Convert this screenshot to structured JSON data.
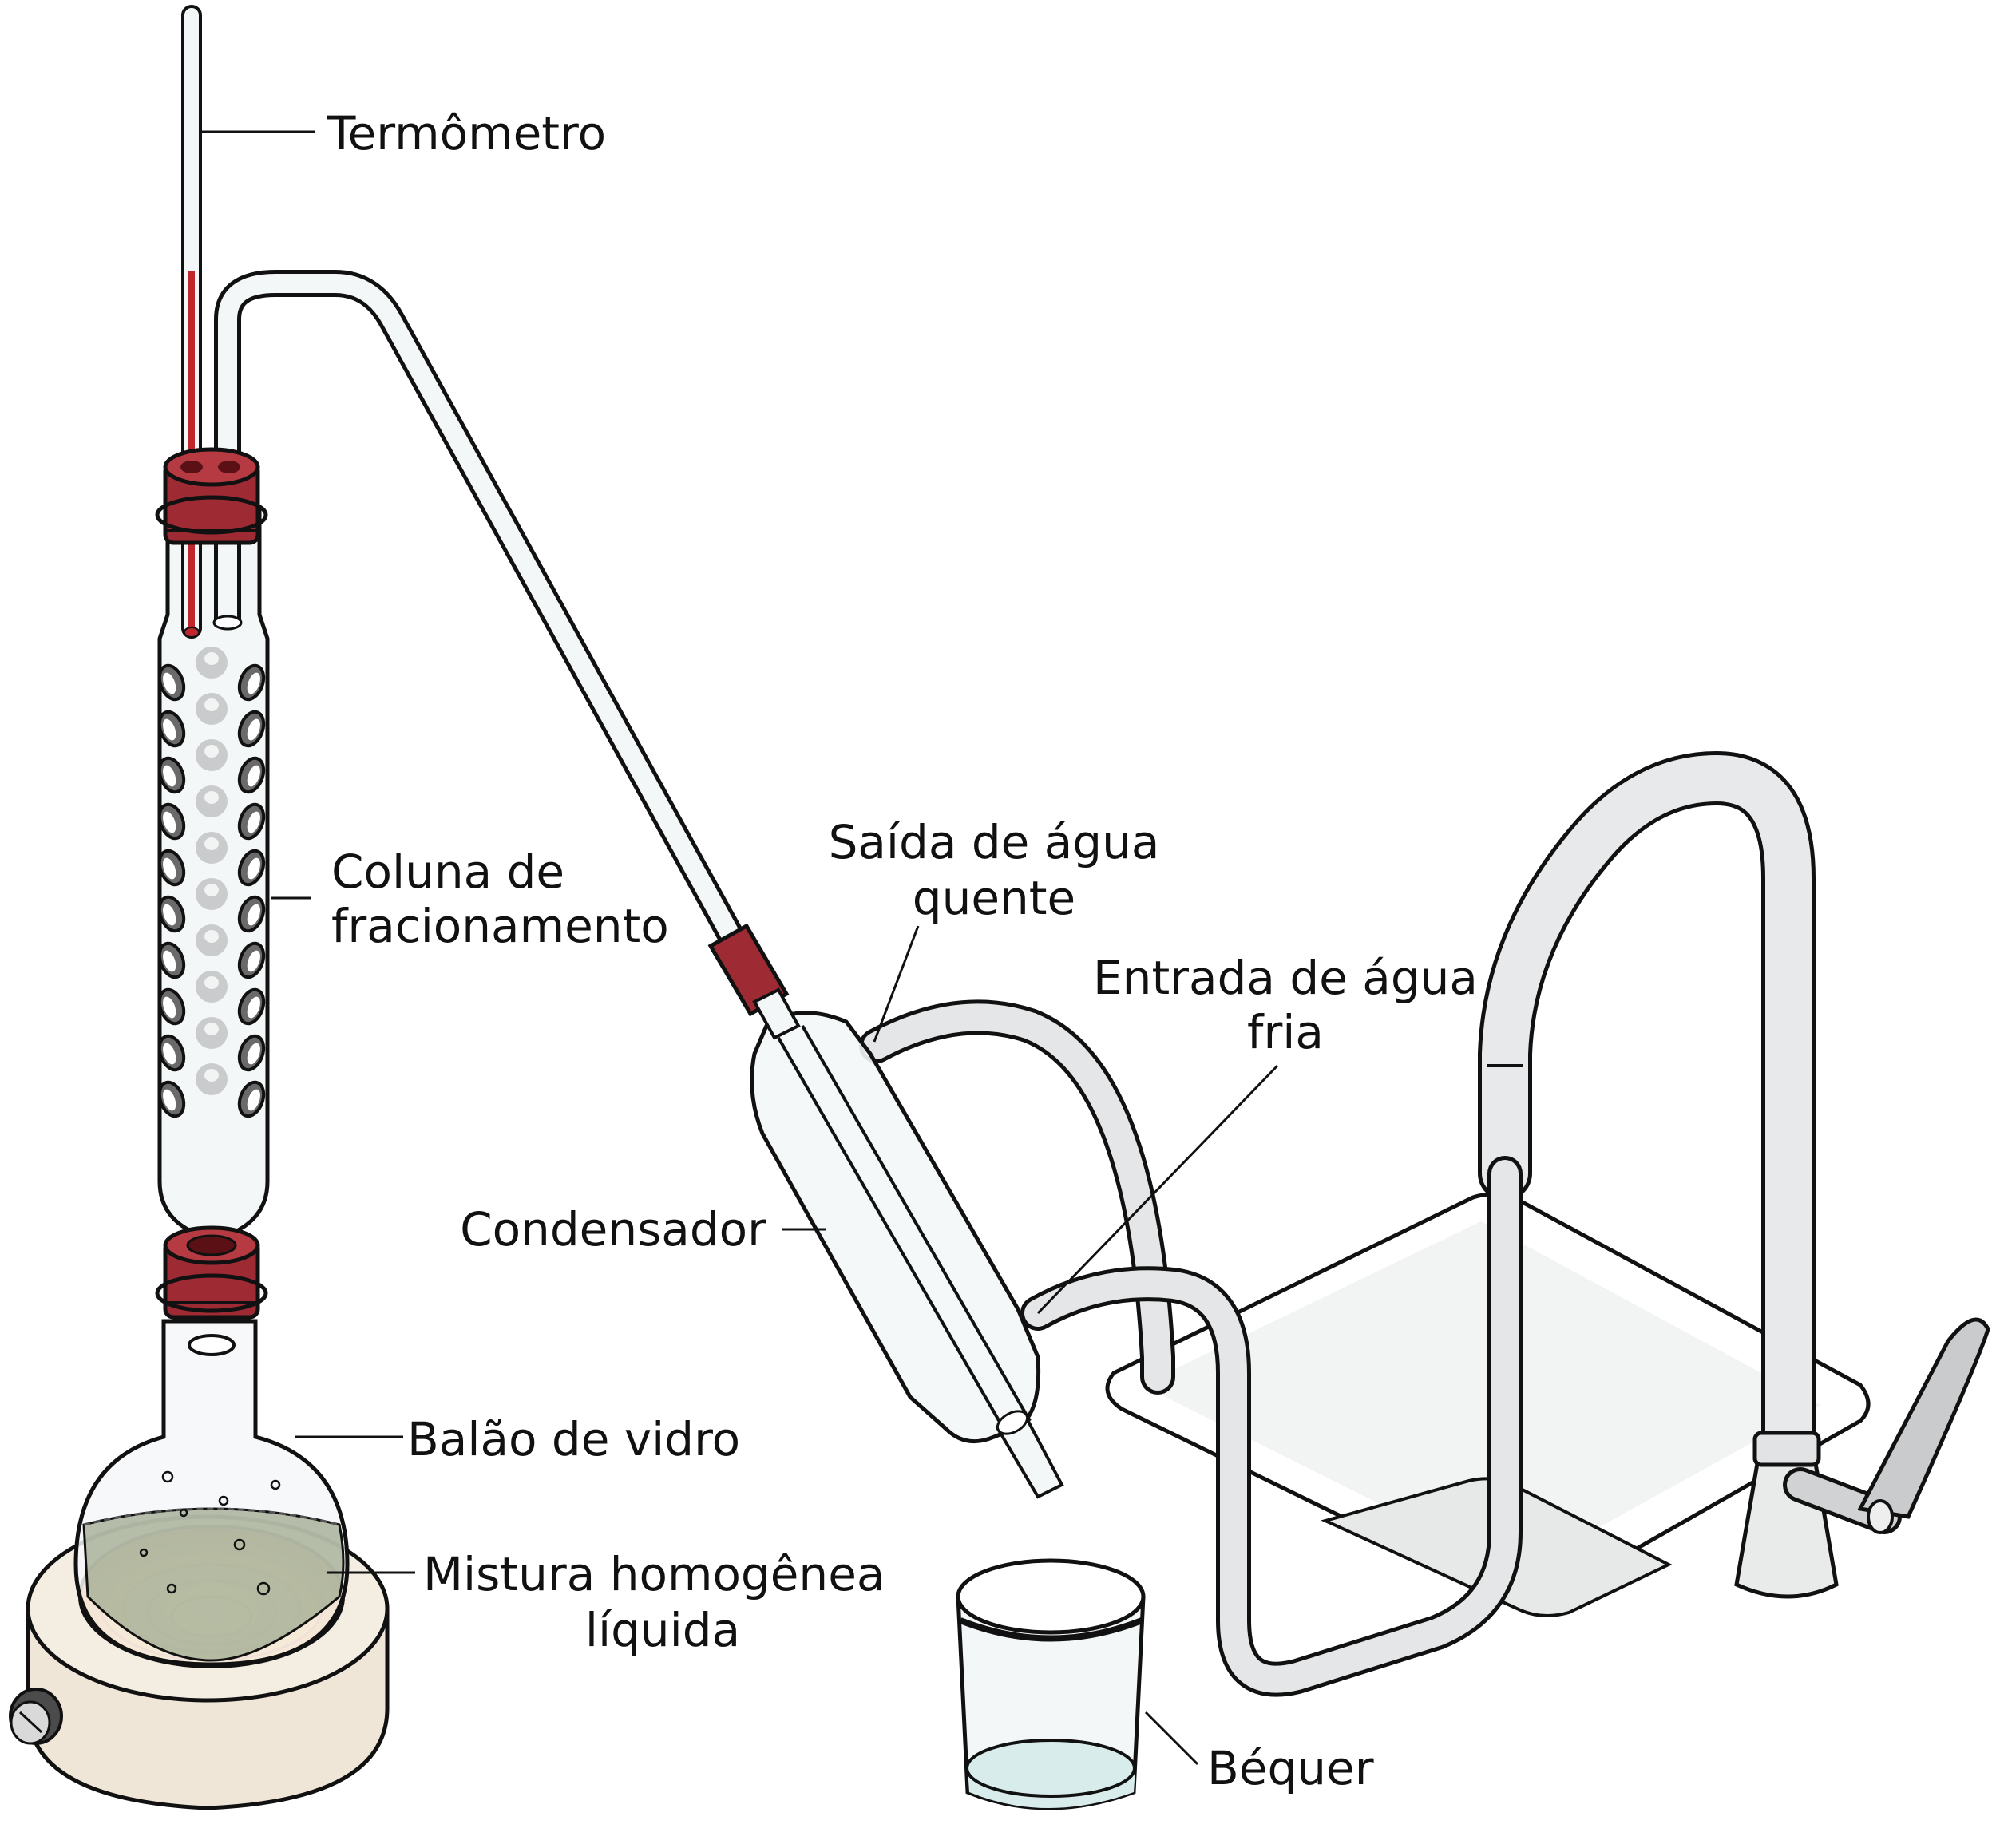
{
  "labels": {
    "thermometer": "Termômetro",
    "column_line1": "Coluna de",
    "column_line2": "fracionamento",
    "hot_water_line1": "Saída de água",
    "hot_water_line2": "quente",
    "cold_water_line1": "Entrada de água",
    "cold_water_line2": "fria",
    "condenser": "Condensador",
    "flask": "Balão de vidro",
    "mixture_line1": "Mistura homogênea",
    "mixture_line2": "líquida",
    "beaker": "Béquer"
  },
  "colors": {
    "outline": "#111111",
    "glass": "#f4f7f8",
    "stopper": "#9e2a33",
    "thermometer_fluid": "#c0272d",
    "hose": "#e2e4e5",
    "heater": "#efe6d8",
    "liquid": "#9fa98f",
    "water": "#d8ecec",
    "heat_outer": "#ef7d1a",
    "heat_inner": "#ffd23c"
  }
}
